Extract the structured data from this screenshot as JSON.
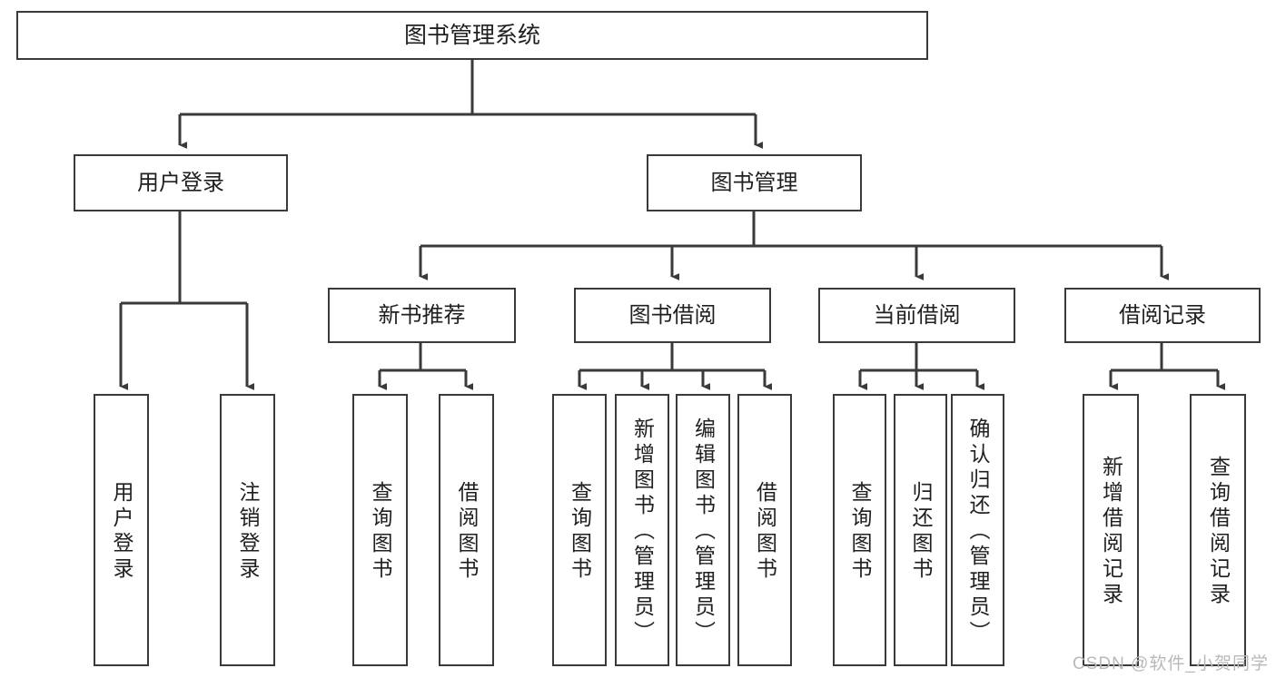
{
  "diagram": {
    "title": "图书管理系统",
    "type": "tree-hierarchy-diagram",
    "colors": {
      "box_border": "#3a3a3a",
      "connector": "#3a3a3a",
      "background": "#ffffff",
      "text": "#1f1f1f",
      "watermark": "#b9b9b9"
    },
    "nodes": {
      "root": {
        "label": "图书管理系统"
      },
      "level2": [
        {
          "label": "用户登录"
        },
        {
          "label": "图书管理"
        }
      ],
      "level3": [
        {
          "label": "新书推荐"
        },
        {
          "label": "图书借阅"
        },
        {
          "label": "当前借阅"
        },
        {
          "label": "借阅记录"
        }
      ],
      "leaves_user_login": [
        {
          "label": "用户登录"
        },
        {
          "label": "注销登录"
        }
      ],
      "leaves_new_book": [
        {
          "label": "查询图书"
        },
        {
          "label": "借阅图书"
        }
      ],
      "leaves_borrow": [
        {
          "label": "查询图书"
        },
        {
          "label": "新增图书（管理员）"
        },
        {
          "label": "编辑图书（管理员）"
        },
        {
          "label": "借阅图书"
        }
      ],
      "leaves_current": [
        {
          "label": "查询图书"
        },
        {
          "label": "归还图书"
        },
        {
          "label": "确认归还（管理员）"
        }
      ],
      "leaves_records": [
        {
          "label": "新增借阅记录"
        },
        {
          "label": "查询借阅记录"
        }
      ]
    },
    "watermark": "CSDN @软件_小贺同学"
  }
}
